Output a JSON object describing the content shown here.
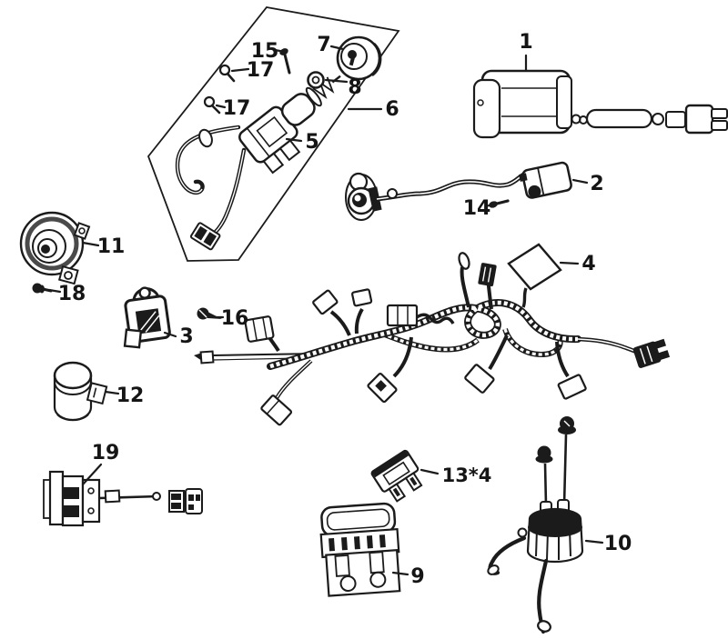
{
  "palette": {
    "ink": "#1b1b1b",
    "paper": "#ffffff"
  },
  "callouts": {
    "c1": {
      "label": "1"
    },
    "c2": {
      "label": "2"
    },
    "c3": {
      "label": "3"
    },
    "c4": {
      "label": "4"
    },
    "c5": {
      "label": "5"
    },
    "c6": {
      "label": "6"
    },
    "c7": {
      "label": "7"
    },
    "c8": {
      "label": "8"
    },
    "c9": {
      "label": "9"
    },
    "c10": {
      "label": "10"
    },
    "c11": {
      "label": "11"
    },
    "c12": {
      "label": "12"
    },
    "c13": {
      "label": "13*4"
    },
    "c14": {
      "label": "14"
    },
    "c15": {
      "label": "15"
    },
    "c16": {
      "label": "16"
    },
    "c17a": {
      "label": "17"
    },
    "c17b": {
      "label": "17"
    },
    "c18": {
      "label": "18"
    },
    "c19": {
      "label": "19"
    }
  }
}
